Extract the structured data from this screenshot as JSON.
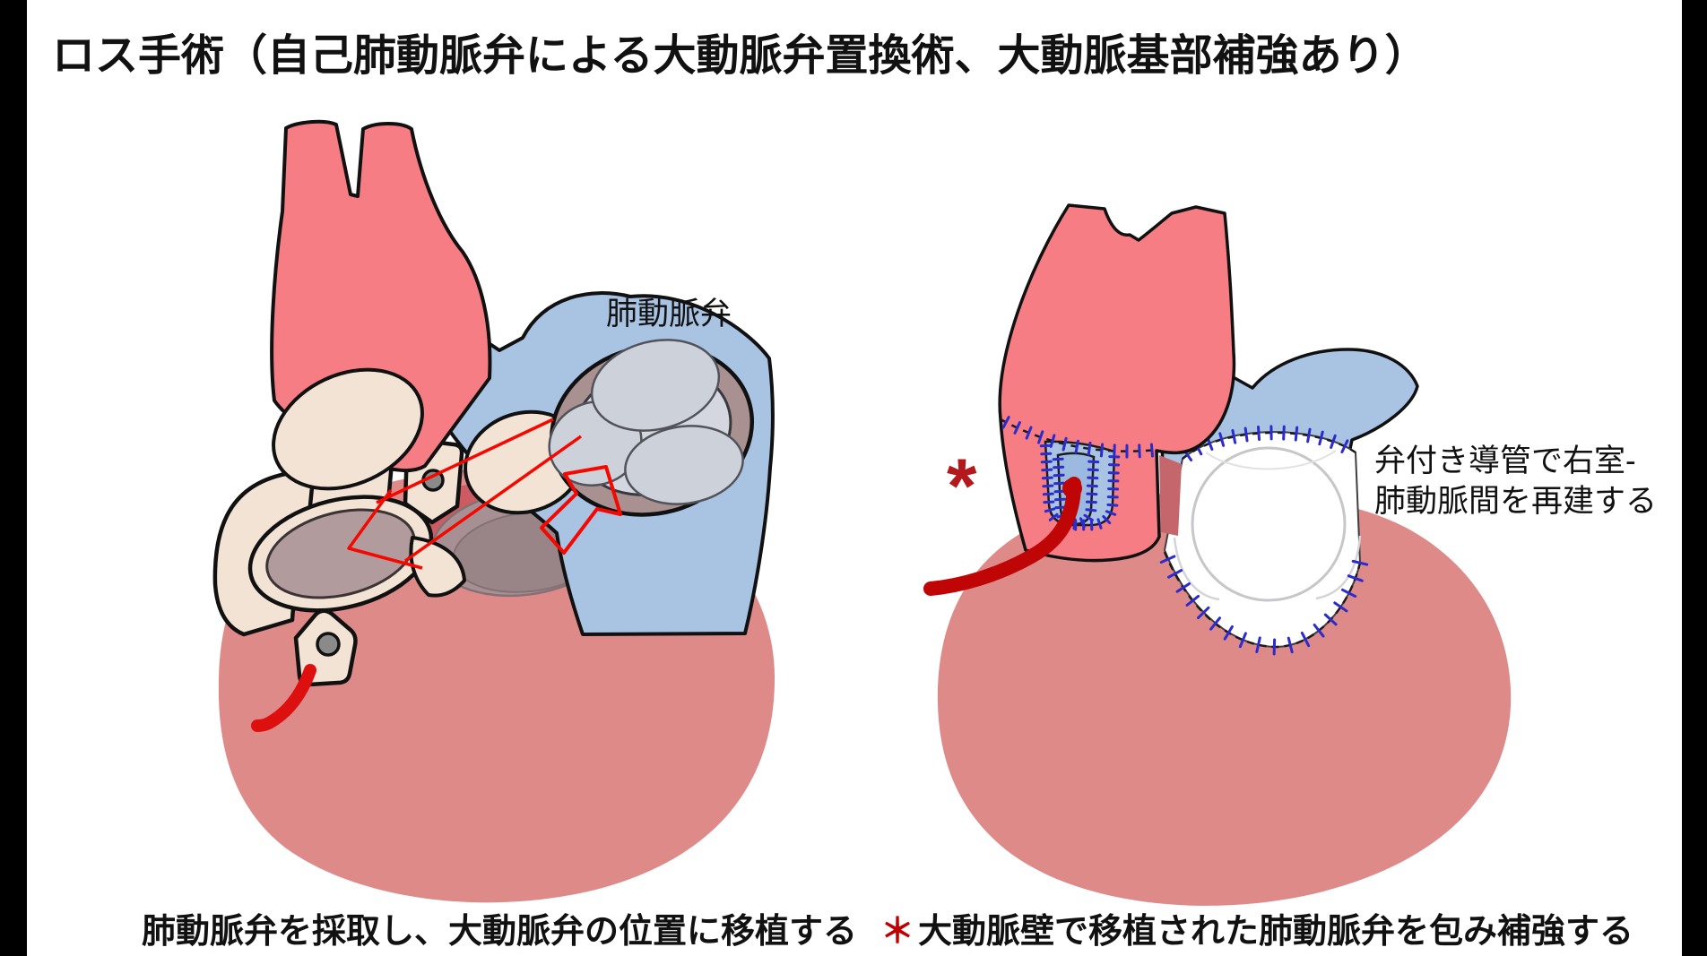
{
  "title": "ロス手術（自己肺動脈弁による大動脈弁置換術、大動脈基部補強あり）",
  "left_panel": {
    "valve_label": "肺動脈弁",
    "caption": "肺動脈弁を採取し、大動脈弁の位置に移植する"
  },
  "right_panel": {
    "asterisk_marker": "*",
    "annotation": {
      "line1": "弁付き導管で右室-",
      "line2": "肺動脈間を再建する"
    },
    "caption_marker": "＊",
    "caption": "大動脈壁で移植された肺動脈弁を包み補強する"
  },
  "colors": {
    "background": "#ffffff",
    "frame_bar": "#000000",
    "vessel_red": "#F57D83",
    "heart_pink": "#DD8A89",
    "heart_dark_red": "#CE5A62",
    "vessel_blue": "#A9C3E3",
    "tissue_beige": "#F2E3D5",
    "opening_mauve": "#A69093",
    "opening_mauve_dark": "#998487",
    "aortic_opening": "#B19B9D",
    "valve_ring": "#A89190",
    "valve_face": "#D4D7DF",
    "valve_leaflet": "#CDD1D9",
    "conduit_white": "#ffffff",
    "window_blue": "#A9C3E3",
    "window_blue_dark": "#9CB9DF",
    "button_gray": "#8A8A8A",
    "coronary_red": "#C00506",
    "stub_red": "#DD100F",
    "arrow_red": "#F50800",
    "suture_blue": "#2B2BD0",
    "marker_red": "#B3181C",
    "gap_shadow": "#C4666C",
    "text_black": "#111111"
  }
}
